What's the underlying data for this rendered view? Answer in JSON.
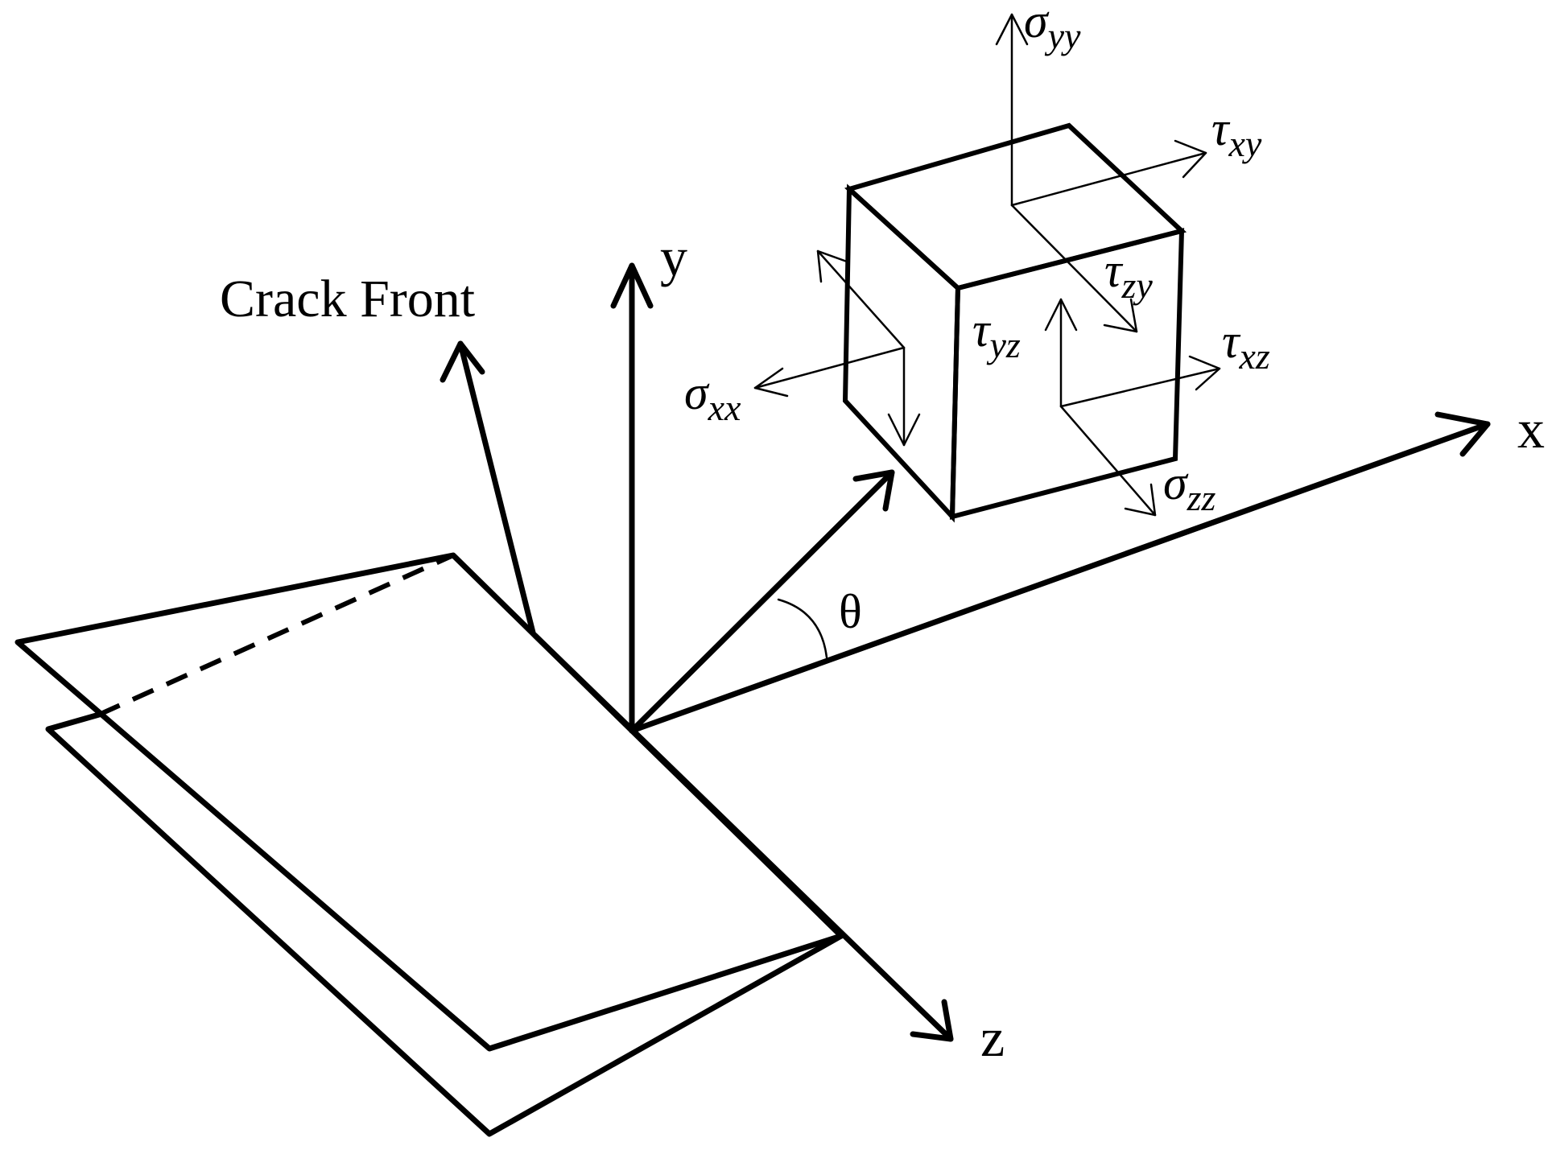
{
  "labels": {
    "crack_front": "Crack Front",
    "axis_x": "x",
    "axis_y": "y",
    "axis_z": "z",
    "theta": "θ"
  },
  "stresses": {
    "sigma_yy": {
      "symbol": "σ",
      "sub": "yy"
    },
    "tau_xy": {
      "symbol": "τ",
      "sub": "xy"
    },
    "tau_zy": {
      "symbol": "τ",
      "sub": "zy"
    },
    "tau_yz": {
      "symbol": "τ",
      "sub": "yz"
    },
    "tau_xz": {
      "symbol": "τ",
      "sub": "xz"
    },
    "sigma_xx": {
      "symbol": "σ",
      "sub": "xx"
    },
    "sigma_zz": {
      "symbol": "σ",
      "sub": "zz"
    }
  }
}
